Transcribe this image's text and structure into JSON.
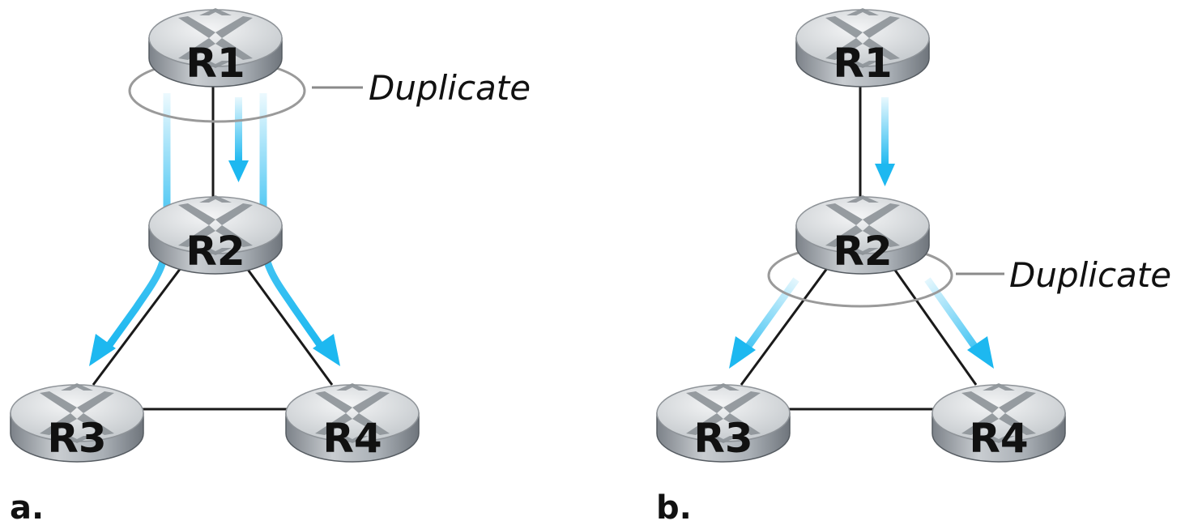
{
  "diagram": {
    "panel_a": {
      "label": "a.",
      "duplicate_label": "Duplicate",
      "routers": {
        "r1": "R1",
        "r2": "R2",
        "r3": "R3",
        "r4": "R4"
      }
    },
    "panel_b": {
      "label": "b.",
      "duplicate_label": "Duplicate",
      "routers": {
        "r1": "R1",
        "r2": "R2",
        "r3": "R3",
        "r4": "R4"
      }
    }
  },
  "colors": {
    "arrow": "#1db8f0",
    "link": "#1a1a1a",
    "duplicate_ellipse": "#9a9a9a",
    "router_top": "#e6e8ea",
    "router_side": "#9aa0a6",
    "router_x": "#8a9095"
  },
  "icons": {
    "router": "router-icon",
    "flow_arrow": "arrow-icon"
  }
}
